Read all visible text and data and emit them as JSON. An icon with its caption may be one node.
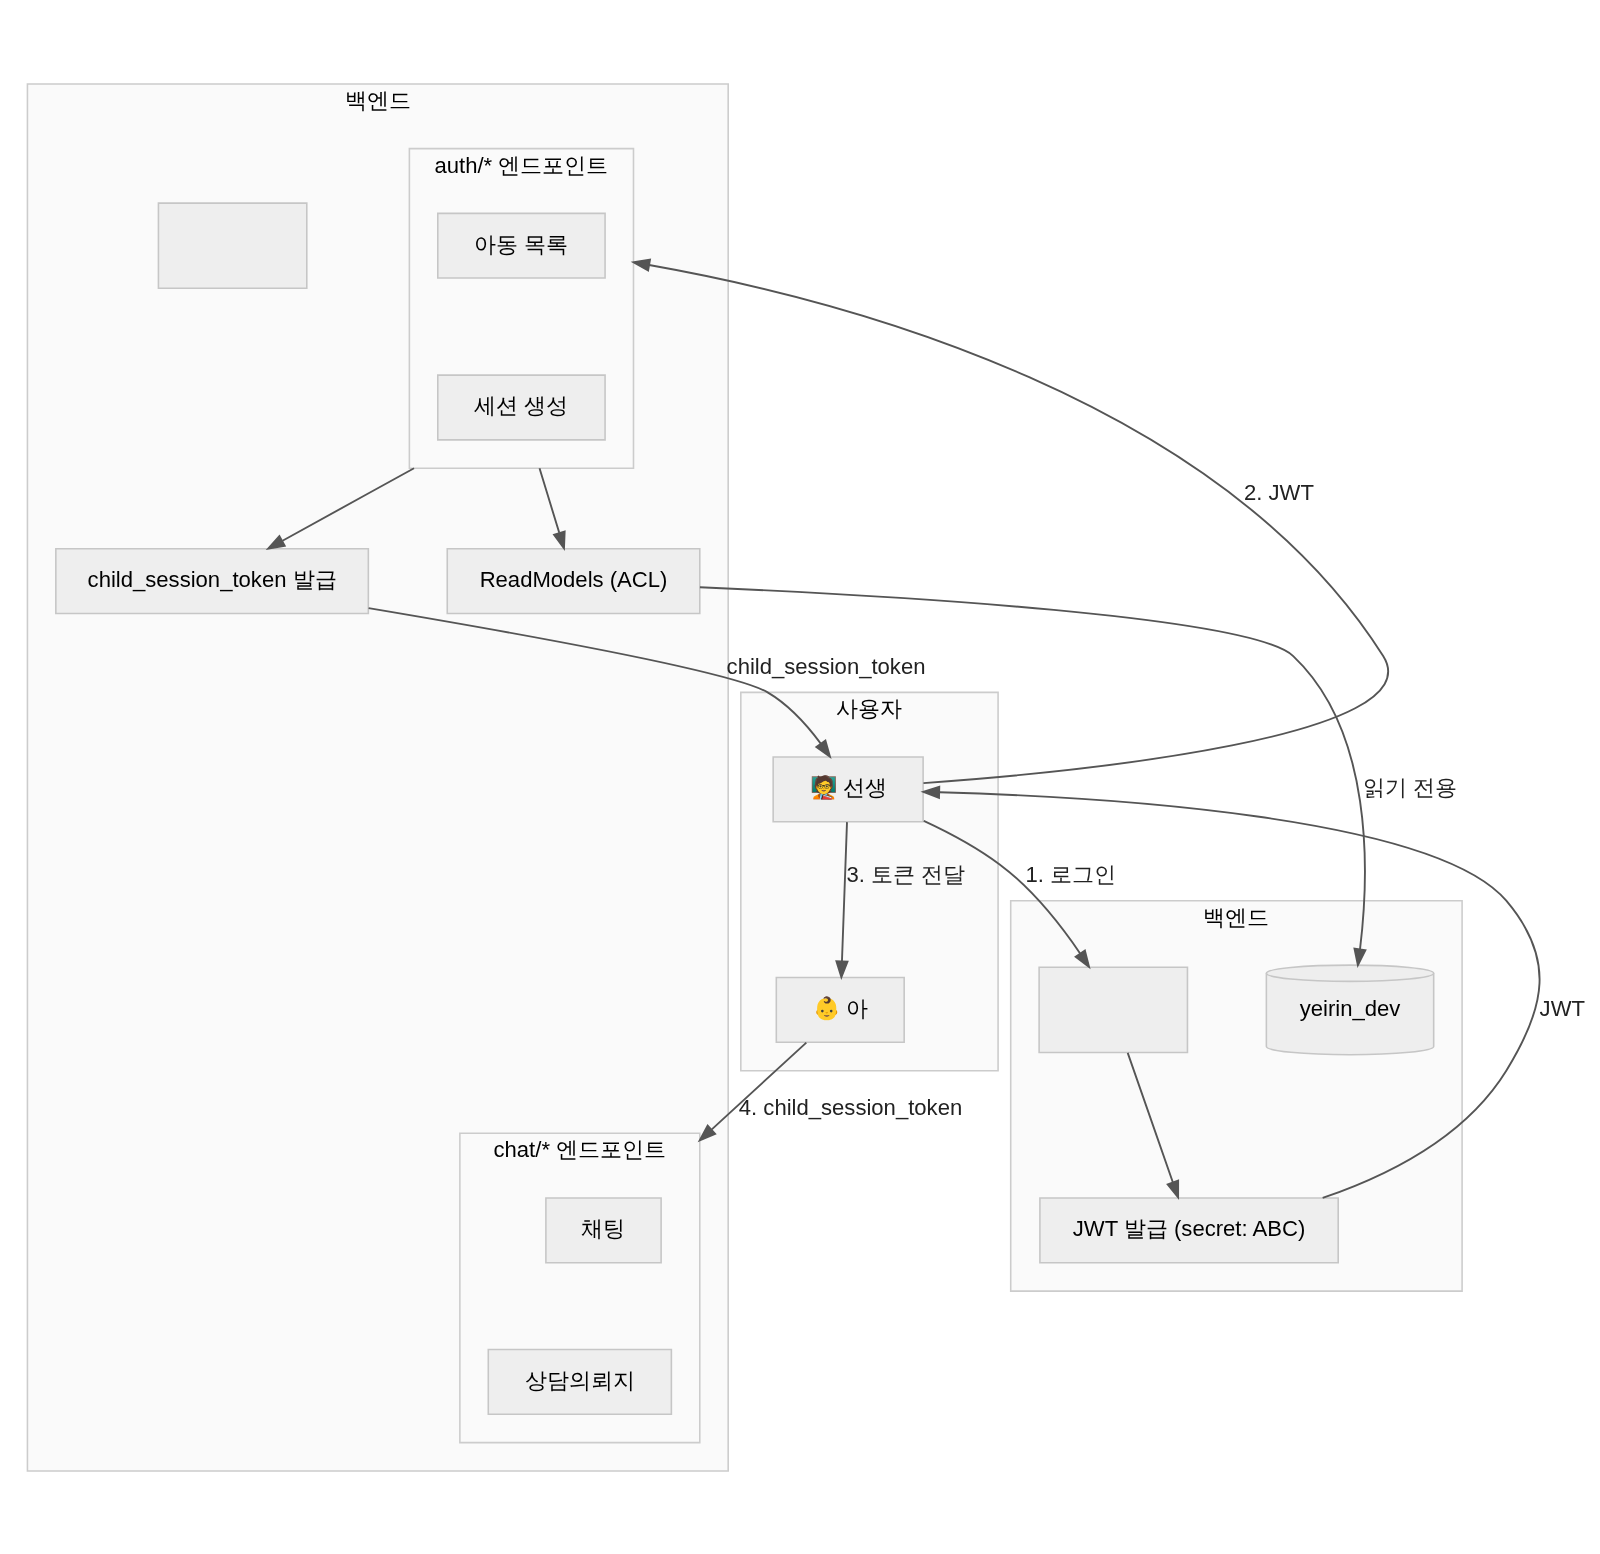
{
  "diagram": {
    "nodes": [
      {
        "text": [
          "백엔드"
        ]
      },
      {
        "text": [
          "auth/* 엔드포인트"
        ],
        "in": 0
      },
      {
        "text": [
          "아동 목록"
        ],
        "in": 1
      },
      {
        "text": [
          "세션 생성"
        ],
        "in": 1
      },
      {
        "text": [
          "child_session_token 발급"
        ],
        "in": 0
      },
      {
        "text": [
          "ReadModels (ACL)"
        ],
        "in": 0
      },
      {
        "text": [
          "chat/* 엔드포인트"
        ],
        "in": 0
      },
      {
        "text": [
          "채팅"
        ],
        "in": 6
      },
      {
        "text": [
          "상담의뢰지"
        ],
        "in": 6
      },
      {
        "text": [],
        "shape": "box",
        "in": 0
      },
      {
        "text": [
          "사용자"
        ]
      },
      {
        "text": [
          "🧑‍🏫 선생"
        ],
        "in": 10
      },
      {
        "text": [
          "👶 아"
        ],
        "in": 10
      },
      {
        "text": [
          "백엔드"
        ]
      },
      {
        "text": [
          "yeirin_dev"
        ],
        "in": 13
      },
      {
        "text": [],
        "shape": "box",
        "in": 13
      },
      {
        "text": [
          "JWT 발급 (secret: ABC)"
        ],
        "in": 13
      }
    ],
    "edges": [
      {
        "from": 11,
        "to": 15,
        "arrow": "to",
        "label": "1. 로그인"
      },
      {
        "from": 15,
        "to": 16,
        "arrow": "to"
      },
      {
        "from": 16,
        "to": 11,
        "arrow": "to",
        "label": "JWT"
      },
      {
        "from": 11,
        "to": 1,
        "arrow": "to",
        "label": "2. JWT"
      },
      {
        "from": 1,
        "to": 4,
        "arrow": "to"
      },
      {
        "from": 4,
        "to": 11,
        "arrow": "to",
        "label": "child_session_token"
      },
      {
        "from": 11,
        "to": 12,
        "arrow": "to",
        "label": "3. 토큰 전달"
      },
      {
        "from": 12,
        "to": 6,
        "arrow": "to",
        "label": "4. child_session_token"
      },
      {
        "from": 1,
        "to": 5,
        "arrow": "to"
      },
      {
        "from": 5,
        "to": 14,
        "arrow": "to",
        "label": "읽기 전용"
      }
    ]
  }
}
